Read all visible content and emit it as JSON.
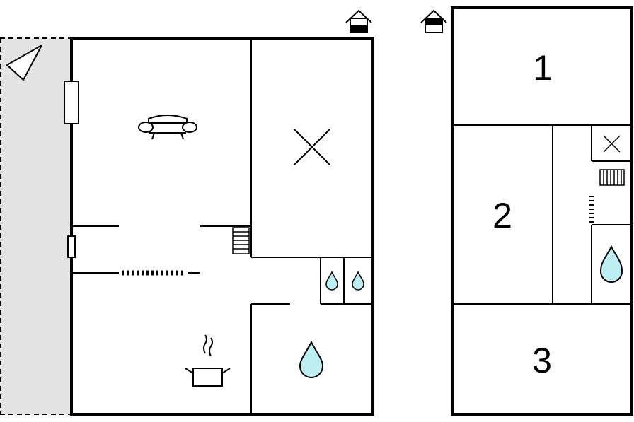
{
  "plan": {
    "title": "",
    "floors": [
      {
        "name": "",
        "rooms": [
          {
            "id": "terrace",
            "icon": "compass-triangle-icon"
          },
          {
            "id": "living-room",
            "icon": "sofa-icon"
          },
          {
            "id": "bedroom",
            "icon": "bed-cross-icon"
          },
          {
            "id": "wc-1",
            "icon": "water-drop-icon"
          },
          {
            "id": "wc-2",
            "icon": "water-drop-icon"
          },
          {
            "id": "kitchen",
            "icon": "cooking-pot-icon"
          },
          {
            "id": "bathroom",
            "icon": "water-drop-icon"
          }
        ],
        "floor_icon": "house-ground-floor-icon"
      },
      {
        "name": "",
        "rooms": [
          {
            "id": "room-1",
            "label": "1"
          },
          {
            "id": "room-2",
            "label": "2"
          },
          {
            "id": "room-3",
            "label": "3"
          },
          {
            "id": "small-room",
            "icon": "bed-cross-icon"
          },
          {
            "id": "bath-upper",
            "icon": "water-drop-icon"
          }
        ],
        "floor_icon": "house-upper-floor-icon"
      }
    ]
  },
  "labels": {
    "room1": "1",
    "room2": "2",
    "room3": "3"
  },
  "colors": {
    "wall": "#000000",
    "terrace_fill": "#e3e3e3",
    "water": "#bdeef2"
  }
}
